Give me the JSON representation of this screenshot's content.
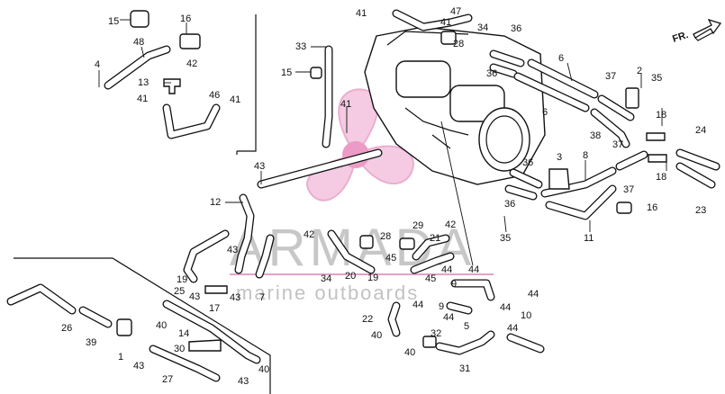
{
  "watermark": {
    "title": "ARMADA",
    "subtitle": "marine outboards",
    "logo_color": "#e8a0c8"
  },
  "direction_label": "FR.",
  "callouts": [
    "1",
    "2",
    "3",
    "4",
    "5",
    "6",
    "7",
    "8",
    "9",
    "10",
    "11",
    "12",
    "13",
    "14",
    "15",
    "16",
    "17",
    "18",
    "19",
    "20",
    "21",
    "22",
    "23",
    "24",
    "25",
    "26",
    "27",
    "28",
    "29",
    "30",
    "31",
    "32",
    "33",
    "34",
    "35",
    "36",
    "37",
    "38",
    "39",
    "40",
    "41",
    "42",
    "43",
    "44",
    "45",
    "46",
    "47",
    "48"
  ]
}
